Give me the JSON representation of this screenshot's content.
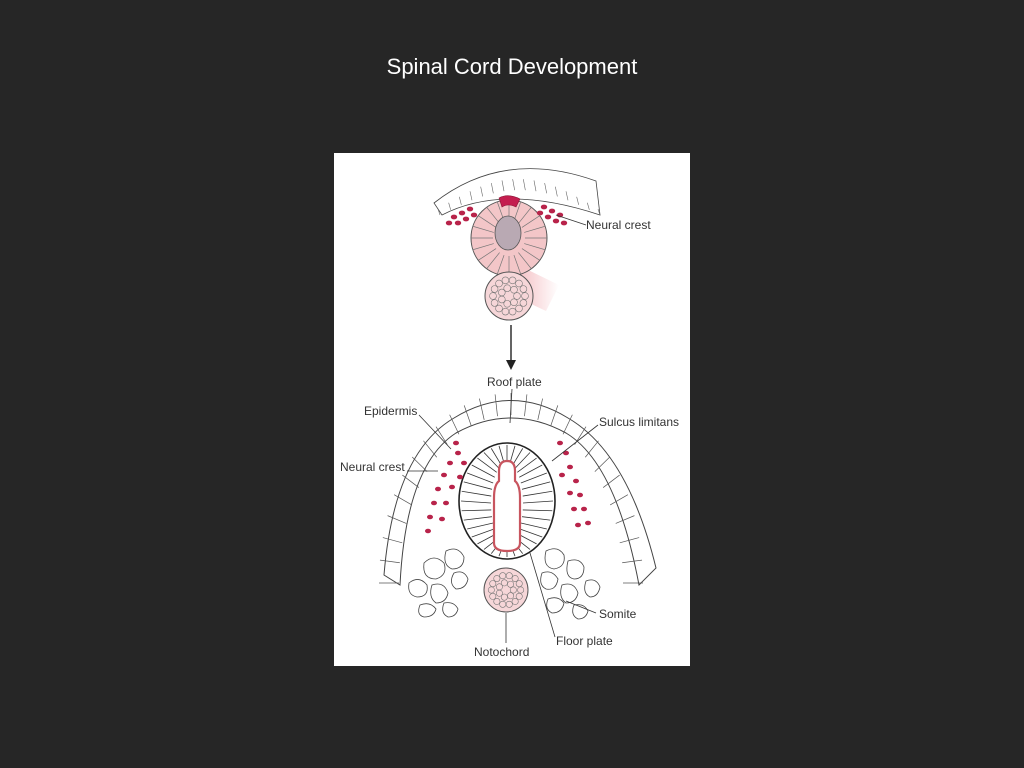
{
  "slide": {
    "title": "Spinal Cord Development"
  },
  "colors": {
    "background": "#262626",
    "title_text": "#ffffff",
    "panel": "#ffffff",
    "neural_crest": "#b8234a",
    "neural_tube_fill": "#f3c6c8",
    "outline": "#333333"
  },
  "labels": {
    "neural_crest_top": "Neural crest",
    "roof_plate": "Roof plate",
    "epidermis": "Epidermis",
    "sulcus_limitans": "Sulcus limitans",
    "neural_crest_bottom": "Neural crest",
    "somite": "Somite",
    "floor_plate": "Floor plate",
    "notochord": "Notochord"
  }
}
